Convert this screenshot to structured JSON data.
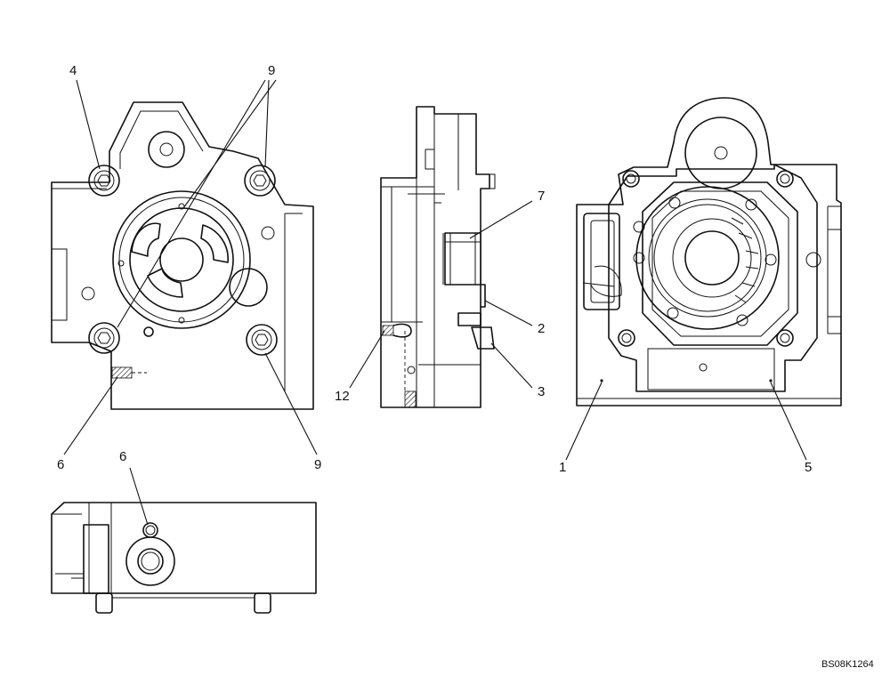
{
  "callouts": {
    "c4": "4",
    "c9_top": "9",
    "c7": "7",
    "c2": "2",
    "c12": "12",
    "c3": "3",
    "c6_left": "6",
    "c9_bottom": "9",
    "c1": "1",
    "c5": "5",
    "c6_bottom": "6"
  },
  "drawing_code": "BS08K1264"
}
